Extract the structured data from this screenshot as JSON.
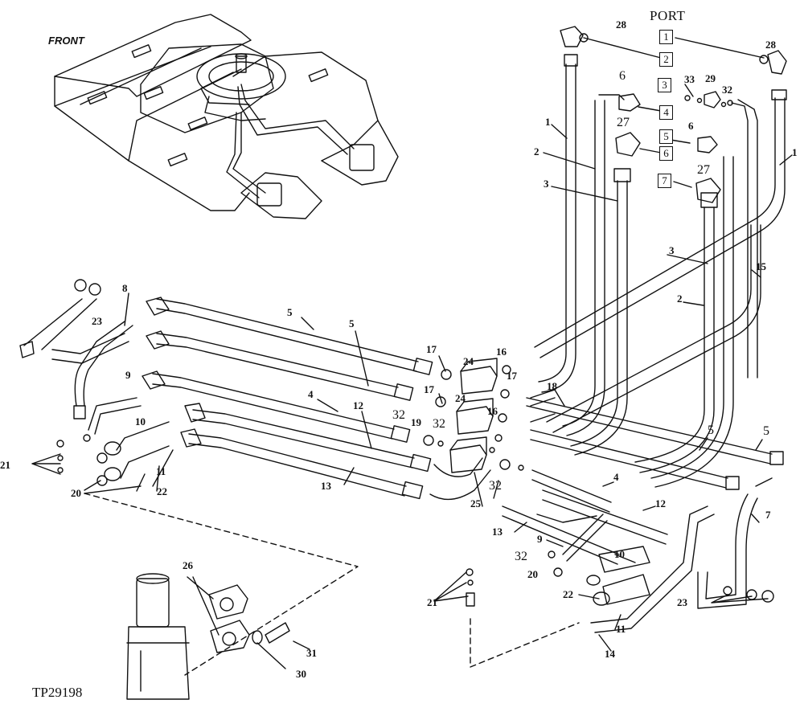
{
  "figure_id": "TP29198",
  "front_label": "FRONT",
  "port_section": {
    "title": "PORT",
    "ports": [
      "1",
      "2",
      "3",
      "4",
      "5",
      "6",
      "7"
    ]
  },
  "callouts": {
    "c28a": "28",
    "c28b": "28",
    "c6a": "6",
    "c27a": "27",
    "c33": "33",
    "c29": "29",
    "c32a": "32",
    "c6b": "6",
    "c27b": "27",
    "c1a": "1",
    "c1b": "1",
    "c2a": "2",
    "c2b": "2",
    "c3a": "3",
    "c3b": "3",
    "c15": "15",
    "c8": "8",
    "c23a": "23",
    "c9a": "9",
    "c10a": "10",
    "c11a": "11",
    "c21a": "21",
    "c20a": "20",
    "c22a": "22",
    "c5a": "5",
    "c5b": "5",
    "c4a": "4",
    "c12a": "12",
    "c13a": "13",
    "c17a": "17",
    "c24a": "24",
    "c16a": "16",
    "c17b": "17",
    "c24b": "24",
    "c16b": "16",
    "c17c": "17",
    "c32b": "32",
    "c19": "19",
    "c32c": "32",
    "c25": "25",
    "c32d": "32",
    "c18": "18",
    "c5c": "5",
    "c5d": "5",
    "c4b": "4",
    "c12b": "12",
    "c13b": "13",
    "c9b": "9",
    "c32e": "32",
    "c20b": "20",
    "c10b": "10",
    "c22b": "22",
    "c11b": "11",
    "c14": "14",
    "c7a": "7",
    "c23b": "23",
    "c21b": "21",
    "c26": "26",
    "c31": "31",
    "c30": "30"
  }
}
